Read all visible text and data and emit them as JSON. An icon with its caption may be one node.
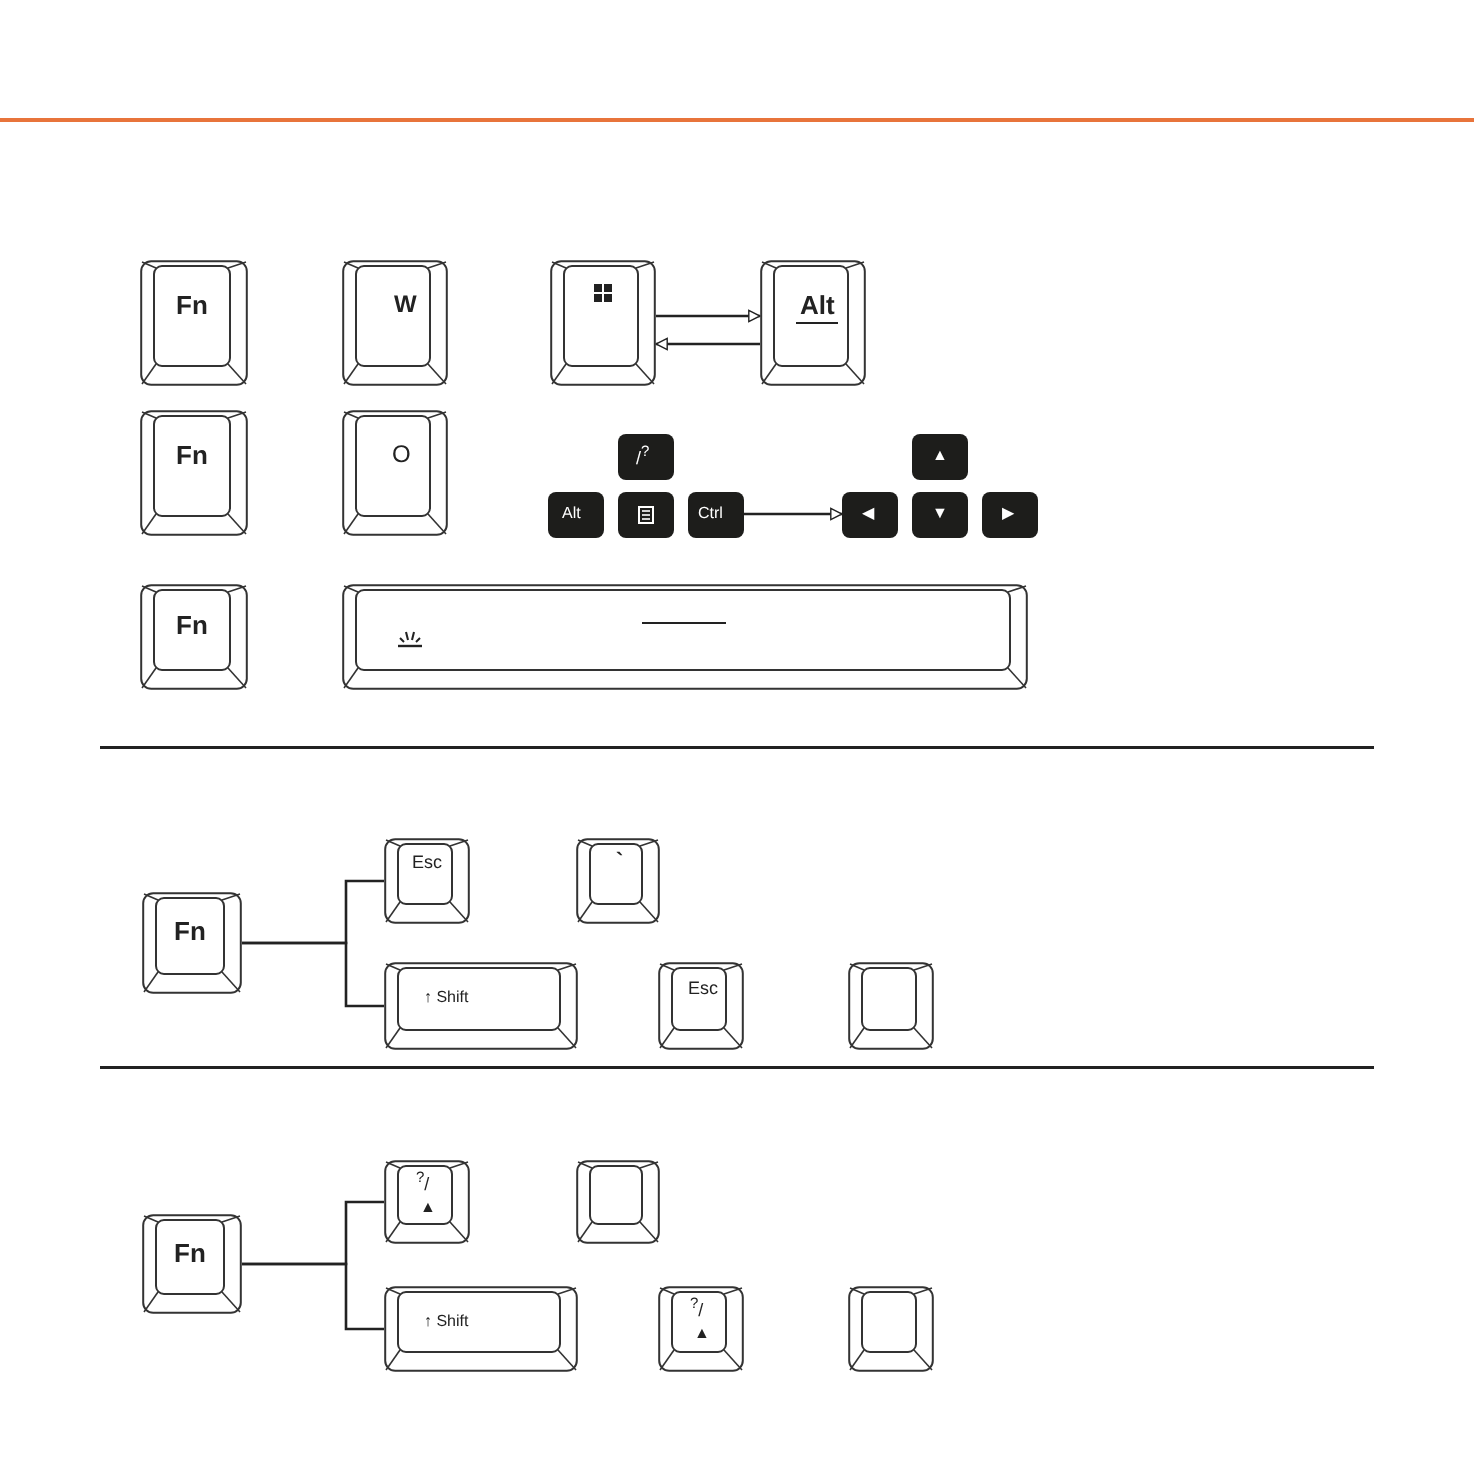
{
  "diagram": {
    "nodes": [
      {
        "text": [
          "Fn"
        ]
      },
      {
        "text": [
          "W"
        ]
      },
      {
        "text": [],
        "shape": "box"
      },
      {
        "text": [
          "Alt"
        ]
      },
      {
        "text": [
          "Fn"
        ]
      },
      {
        "text": [
          "O"
        ]
      },
      {
        "text": [
          "/$^{?}$"
        ]
      },
      {
        "text": [
          "Alt"
        ]
      },
      {
        "text": [],
        "shape": "box"
      },
      {
        "text": [
          "Ctrl"
        ]
      },
      {
        "text": [
          "▲"
        ]
      },
      {
        "text": [
          "◀"
        ]
      },
      {
        "text": [
          "▼"
        ]
      },
      {
        "text": [
          "▶"
        ]
      },
      {
        "text": [
          "Fn"
        ]
      },
      {
        "text": [],
        "shape": "box"
      },
      {
        "text": [
          "Fn"
        ]
      },
      {
        "text": [
          "Esc"
        ]
      },
      {
        "text": [
          "`"
        ]
      },
      {
        "text": [
          "↑ Shift"
        ]
      },
      {
        "text": [
          "Esc"
        ]
      },
      {
        "text": [],
        "shape": "box"
      },
      {
        "text": [
          "Fn"
        ]
      },
      {
        "text": [
          "$^{?}$/",
          "▲"
        ]
      },
      {
        "text": [],
        "shape": "box"
      },
      {
        "text": [
          "↑ Shift"
        ]
      },
      {
        "text": [
          "$^{?}$/",
          "▲"
        ]
      },
      {
        "text": [],
        "shape": "box"
      }
    ],
    "edges": [
      {
        "from": 2,
        "to": 3,
        "arrow": "to"
      },
      {
        "from": 3,
        "to": 2,
        "arrow": "to"
      },
      {
        "from": 9,
        "to": 11,
        "arrow": "to"
      },
      {
        "from": 16,
        "to": 17,
        "arrow": "none"
      },
      {
        "from": 16,
        "to": 19,
        "arrow": "none"
      },
      {
        "from": 22,
        "to": 23,
        "arrow": "none"
      },
      {
        "from": 22,
        "to": 25,
        "arrow": "none"
      }
    ]
  }
}
